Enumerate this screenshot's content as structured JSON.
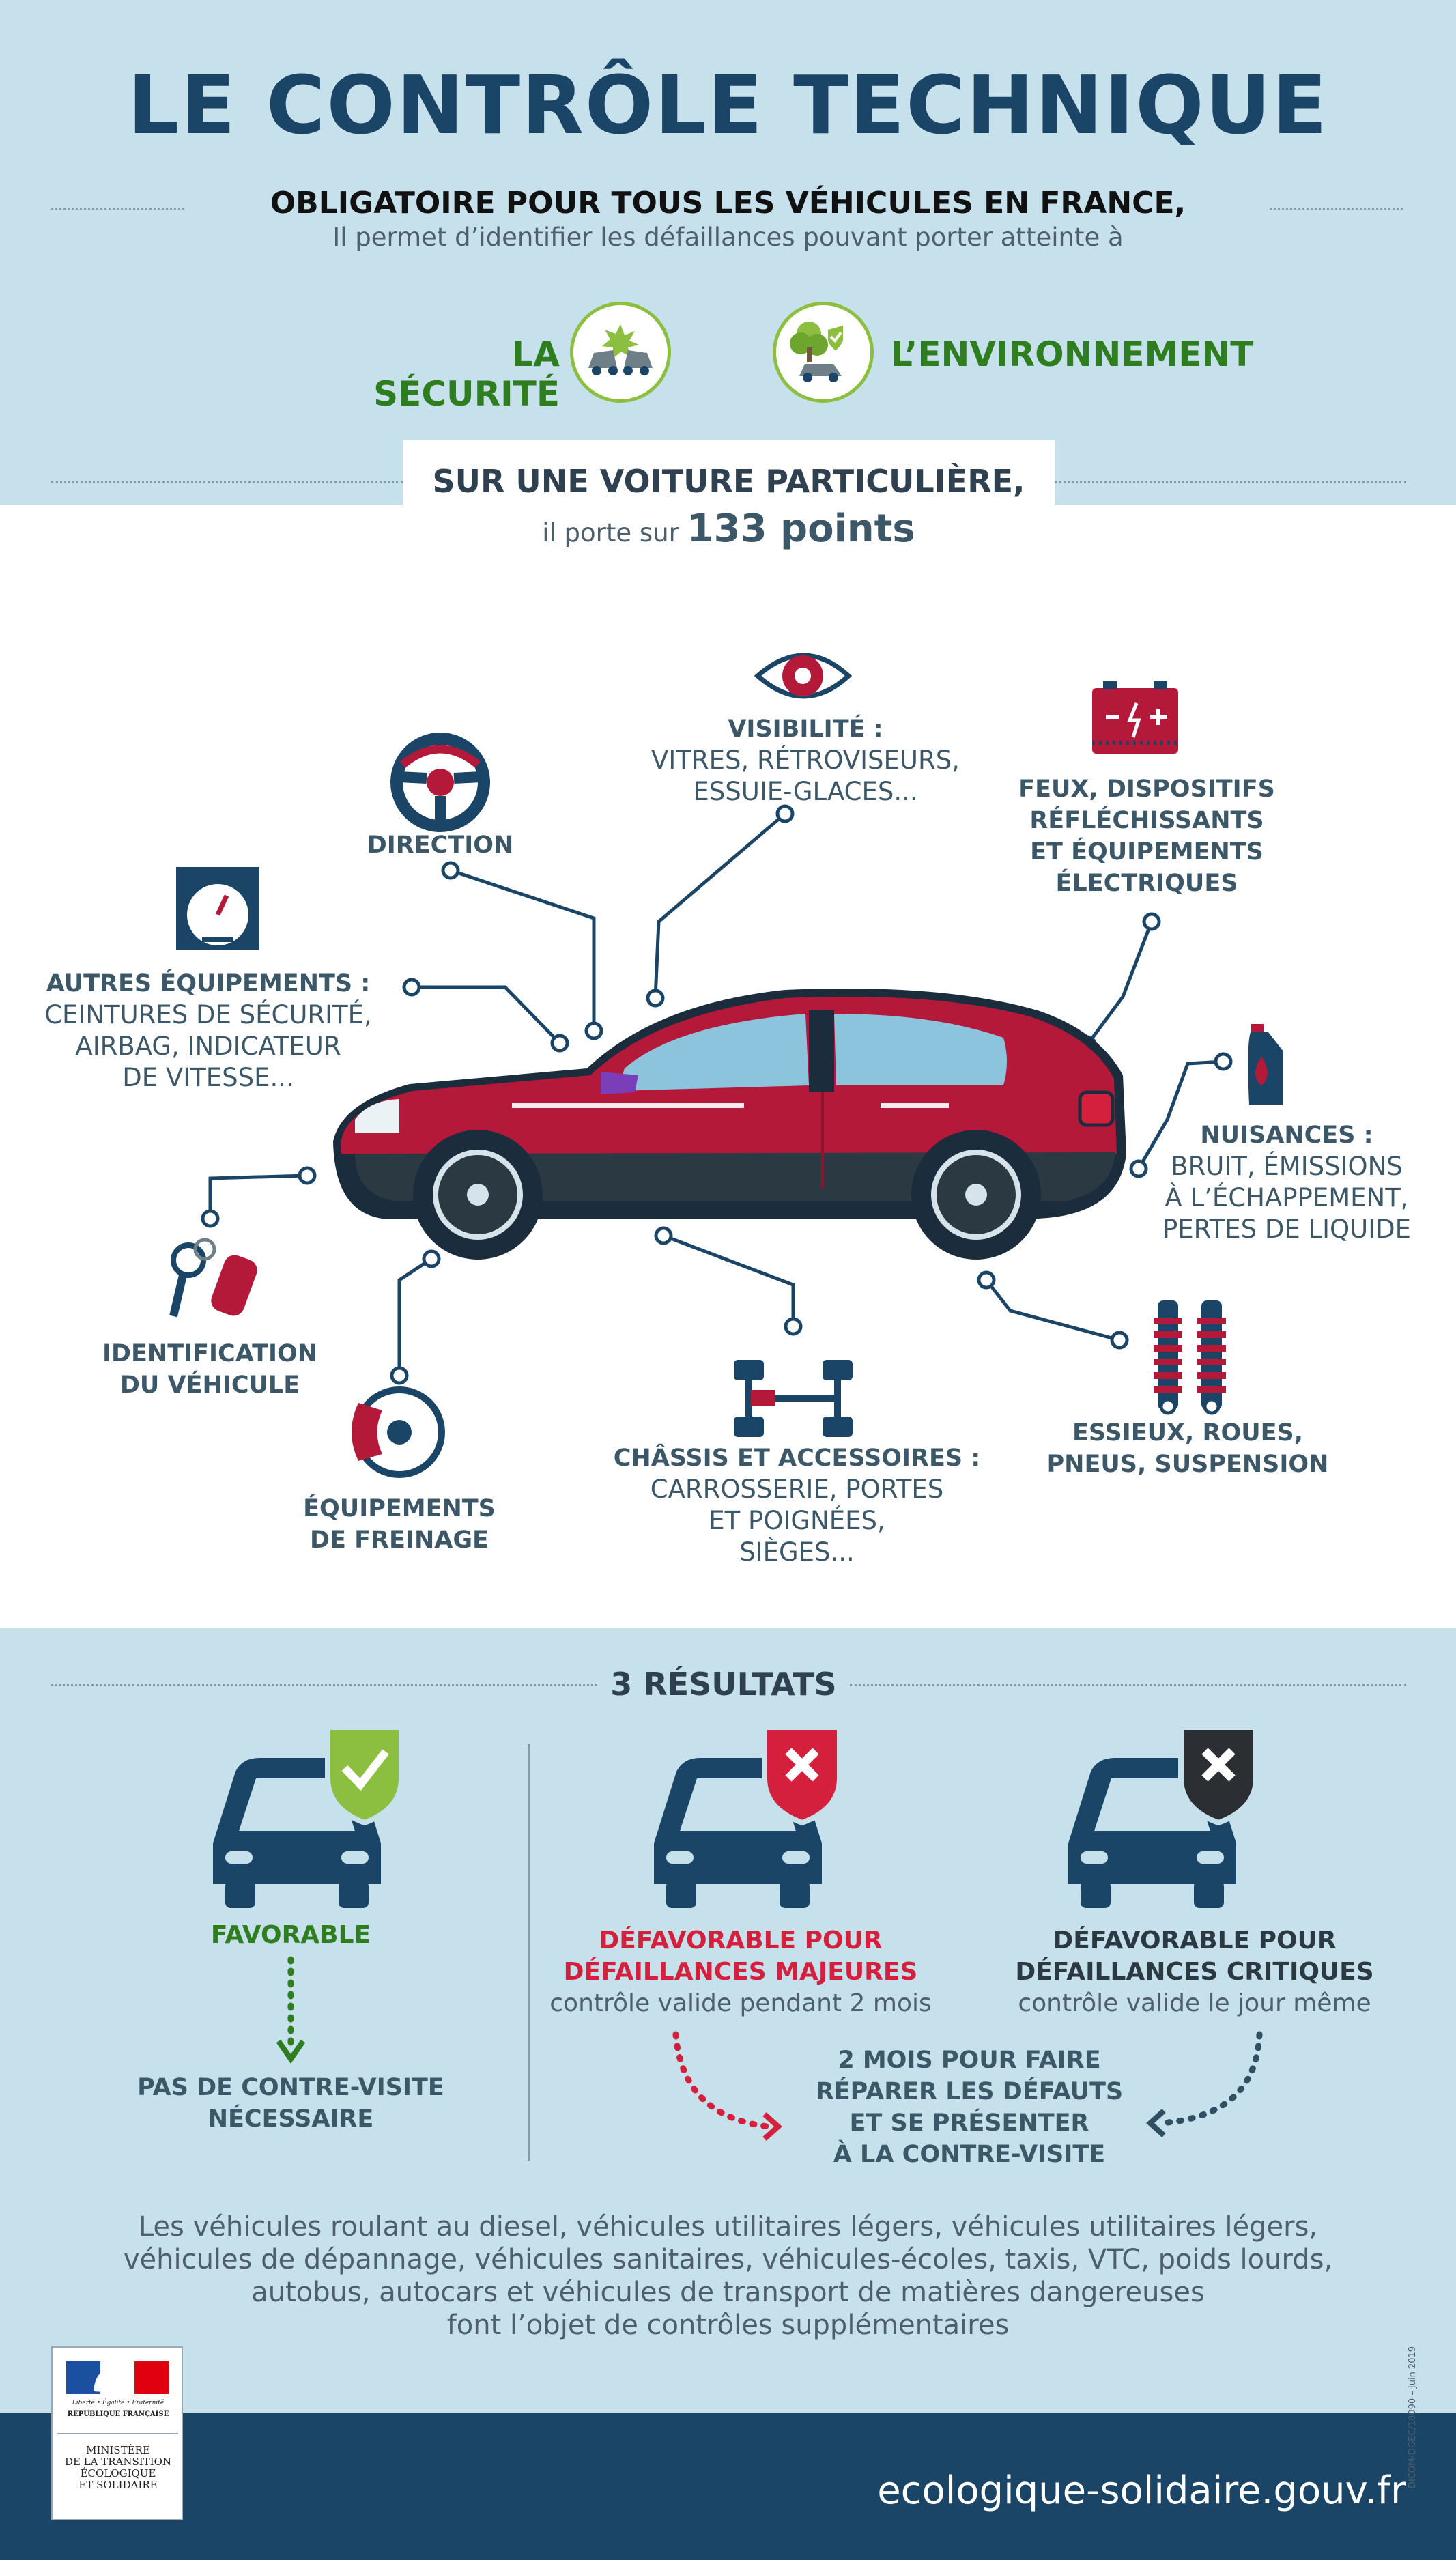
{
  "header": {
    "title": "LE CONTRÔLE TECHNIQUE",
    "subtitle": "OBLIGATOIRE POUR TOUS LES VÉHICULES EN FRANCE,",
    "subline": "Il permet d’identifier les défaillances pouvant porter atteinte à",
    "safety": "LA SÉCURITÉ",
    "environment": "L’ENVIRONNEMENT"
  },
  "intro": {
    "boxed": "SUR UNE VOITURE PARTICULIÈRE,",
    "points_prefix": "il porte sur",
    "points_value": "133 points"
  },
  "items": {
    "visibility": [
      "VISIBILITÉ :",
      "VITRES, RÉTROVISEURS,",
      "ESSUIE-GLACES..."
    ],
    "direction": "DIRECTION",
    "lights": [
      "FEUX, DISPOSITIFS",
      "RÉFLÉCHISSANTS",
      "ET ÉQUIPEMENTS",
      "ÉLECTRIQUES"
    ],
    "other": [
      "AUTRES ÉQUIPEMENTS :",
      "CEINTURES DE SÉCURITÉ,",
      "AIRBAG, INDICATEUR",
      "DE VITESSE..."
    ],
    "nuisance": [
      "NUISANCES :",
      "BRUIT, ÉMISSIONS",
      "À L’ÉCHAPPEMENT,",
      "PERTES DE LIQUIDE"
    ],
    "identification": [
      "IDENTIFICATION",
      "DU VÉHICULE"
    ],
    "brakes": [
      "ÉQUIPEMENTS",
      "DE FREINAGE"
    ],
    "chassis": [
      "CHÂSSIS ET ACCESSOIRES :",
      "CARROSSERIE, PORTES",
      "ET POIGNÉES,",
      "SIÈGES..."
    ],
    "axles": [
      "ESSIEUX, ROUES,",
      "PNEUS, SUSPENSION"
    ]
  },
  "results": {
    "heading": "3 RÉSULTATS",
    "favorable": "FAVORABLE",
    "favorable_note": [
      "PAS DE CONTRE-VISITE",
      "NÉCESSAIRE"
    ],
    "major": [
      "DÉFAVORABLE POUR",
      "DÉFAILLANCES MAJEURES"
    ],
    "major_sub": "contrôle valide pendant 2 mois",
    "critical": [
      "DÉFAVORABLE POUR",
      "DÉFAILLANCES CRITIQUES"
    ],
    "critical_sub": "contrôle valide le jour même",
    "revisit": [
      "2 MOIS POUR FAIRE",
      "RÉPARER LES DÉFAUTS",
      "ET SE PRÉSENTER",
      "À LA CONTRE-VISITE"
    ]
  },
  "footnote": [
    "Les véhicules roulant au diesel, véhicules utilitaires légers, véhicules utilitaires légers,",
    "véhicules de dépannage, véhicules sanitaires, véhicules-écoles, taxis, VTC, poids lourds,",
    "autobus, autocars et véhicules de transport de matières dangereuses",
    "font l’objet de contrôles supplémentaires"
  ],
  "footer": {
    "url": "ecologique-solidaire.gouv.fr",
    "vertical_ref": "DICOM-DGEC/18090 – Juin 2019",
    "logo_motto": "Liberté • Égalité • Fraternité",
    "logo_republic": "RÉPUBLIQUE FRANÇAISE",
    "ministry": [
      "MINISTÈRE",
      "DE LA TRANSITION",
      "ÉCOLOGIQUE",
      "ET SOLIDAIRE"
    ]
  },
  "colors": {
    "navy": "#1b4566",
    "light_blue": "#c6e0ec",
    "green": "#2e7d1e",
    "red": "#d5203d",
    "car_red": "#b5193a",
    "slate": "#3c5868"
  }
}
